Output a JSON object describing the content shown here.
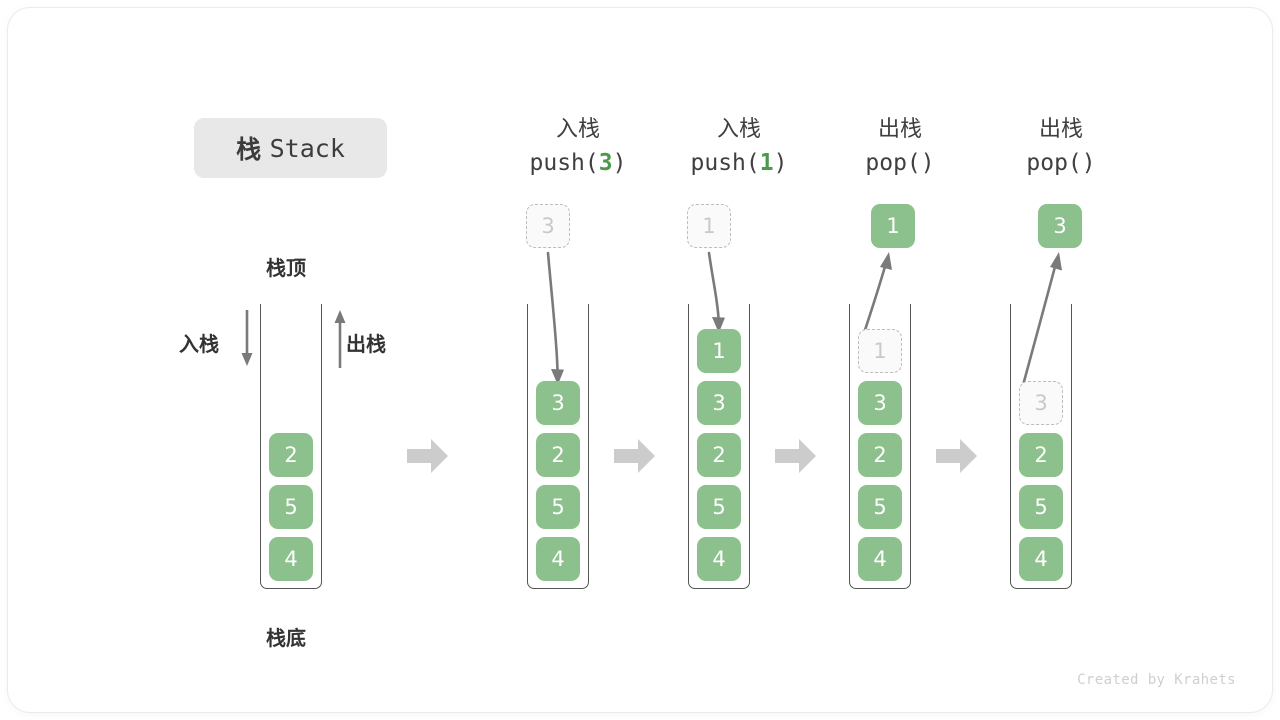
{
  "card": {
    "title_cn": "栈",
    "title_en": "Stack",
    "credit": "Created by Krahets"
  },
  "colors": {
    "cell_fill": "#8cc08c",
    "cell_text": "#ffffff",
    "ghost_fill": "#fafafa",
    "ghost_border": "#bdbdbd",
    "ghost_text": "#c9c9c9",
    "arrow": "#7a7a7a",
    "flow_arrow": "#cccccc",
    "container_border": "#555555",
    "badge_bg": "#e8e8e8",
    "accent_green": "#4a9a4a"
  },
  "legend": {
    "top_label": "栈顶",
    "bottom_label": "栈底",
    "push_label": "入栈",
    "pop_label": "出栈"
  },
  "columns": [
    {
      "id": "initial",
      "header_cn": "",
      "header_code": "",
      "header_code_arg": "",
      "stack": [
        "2",
        "5",
        "4"
      ],
      "floating": null,
      "ghost_in_stack": null
    },
    {
      "id": "push-3",
      "header_cn": "入栈",
      "header_code_prefix": "push(",
      "header_code_arg": "3",
      "header_code_suffix": ")",
      "stack": [
        "3",
        "2",
        "5",
        "4"
      ],
      "floating": {
        "value": "3",
        "style": "ghost"
      },
      "ghost_in_stack": null
    },
    {
      "id": "push-1",
      "header_cn": "入栈",
      "header_code_prefix": "push(",
      "header_code_arg": "1",
      "header_code_suffix": ")",
      "stack": [
        "1",
        "3",
        "2",
        "5",
        "4"
      ],
      "floating": {
        "value": "1",
        "style": "ghost"
      },
      "ghost_in_stack": null
    },
    {
      "id": "pop-1",
      "header_cn": "出栈",
      "header_code_prefix": "pop(",
      "header_code_arg": "",
      "header_code_suffix": ")",
      "stack": [
        "3",
        "2",
        "5",
        "4"
      ],
      "floating": {
        "value": "1",
        "style": "filled"
      },
      "ghost_in_stack": {
        "value": "1",
        "slot": 0
      }
    },
    {
      "id": "pop-3",
      "header_cn": "出栈",
      "header_code_prefix": "pop(",
      "header_code_arg": "",
      "header_code_suffix": ")",
      "stack": [
        "2",
        "5",
        "4"
      ],
      "floating": {
        "value": "3",
        "style": "filled"
      },
      "ghost_in_stack": {
        "value": "3",
        "slot": 1
      }
    }
  ],
  "chart_data": {
    "type": "diagram",
    "title": "栈 Stack",
    "description": "Stack push/pop operation sequence",
    "steps": [
      {
        "op": "initial",
        "contents_top_to_bottom": [
          "2",
          "5",
          "4"
        ]
      },
      {
        "op": "push(3)",
        "contents_top_to_bottom": [
          "3",
          "2",
          "5",
          "4"
        ]
      },
      {
        "op": "push(1)",
        "contents_top_to_bottom": [
          "1",
          "3",
          "2",
          "5",
          "4"
        ]
      },
      {
        "op": "pop()",
        "returns": "1",
        "contents_top_to_bottom": [
          "3",
          "2",
          "5",
          "4"
        ]
      },
      {
        "op": "pop()",
        "returns": "3",
        "contents_top_to_bottom": [
          "2",
          "5",
          "4"
        ]
      }
    ]
  }
}
